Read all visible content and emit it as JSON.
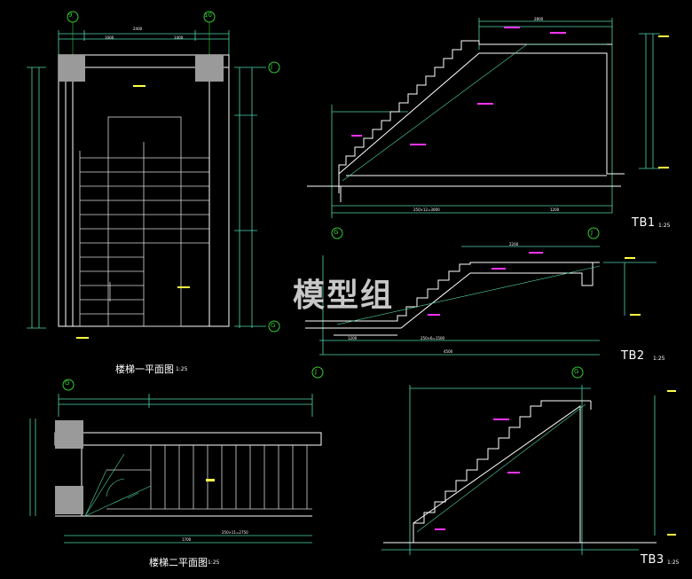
{
  "watermark": "模型组",
  "drawings": {
    "plan1": {
      "title": "楼梯一平面图",
      "scale": "1:25"
    },
    "plan2": {
      "title": "楼梯二平面图",
      "scale": "1:25"
    },
    "tb1": {
      "label": "TB1",
      "scale": "1:25"
    },
    "tb2": {
      "label": "TB2",
      "scale": "1:25"
    },
    "tb3": {
      "label": "TB3",
      "scale": "1:25"
    }
  },
  "axes": {
    "plan1_top": [
      "9",
      "10"
    ],
    "plan1_right": [
      "J",
      "G"
    ],
    "plan2_top": [
      "G"
    ],
    "tb1_bottom": [
      "G",
      "J"
    ],
    "tb2_bottom": [
      "J",
      "G"
    ]
  },
  "dimensions": {
    "plan1_top": [
      "2400",
      "1000",
      "1400"
    ],
    "tb1_top": "2800",
    "tb1_bottom": [
      "250×12=3000",
      "1200"
    ],
    "tb2_top": "2200",
    "tb2_bottom": [
      "1200",
      "250×6=1500",
      "4500"
    ],
    "plan2_bottom": [
      "1700",
      "250×11=2750"
    ]
  },
  "colors": {
    "background": "#000000",
    "wall": "#ffffff",
    "dimension": "#4fd6b0",
    "axis": "#33cc33",
    "stair": "#d8d8d8",
    "rebar_note": "#ff33ff",
    "level": "#ffff44",
    "column": "#9a9a9a"
  }
}
